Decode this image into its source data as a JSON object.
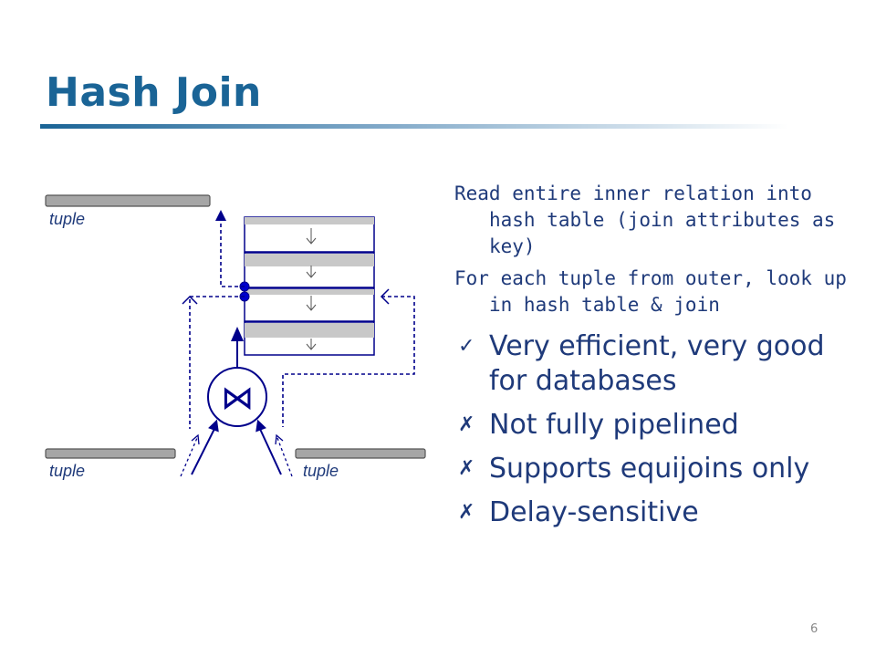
{
  "slide": {
    "title": "Hash Join",
    "page_number": "6"
  },
  "diagram": {
    "tuple_labels": [
      "tuple",
      "tuple",
      "tuple"
    ],
    "join_symbol": "⋈",
    "colors": {
      "bar": "#a6a6a6",
      "border": "#00008b",
      "accent": "#0000cc"
    }
  },
  "text": {
    "paragraphs": [
      "Read entire inner relation into hash table (join attributes as key)",
      "For each tuple from outer, look up in hash table & join"
    ],
    "bullets": [
      {
        "mark": "✓",
        "text": "Very efficient, very good for databases"
      },
      {
        "mark": "✗",
        "text": "Not fully pipelined"
      },
      {
        "mark": "✗",
        "text": "Supports equijoins only"
      },
      {
        "mark": "✗",
        "text": "Delay-sensitive"
      }
    ]
  }
}
